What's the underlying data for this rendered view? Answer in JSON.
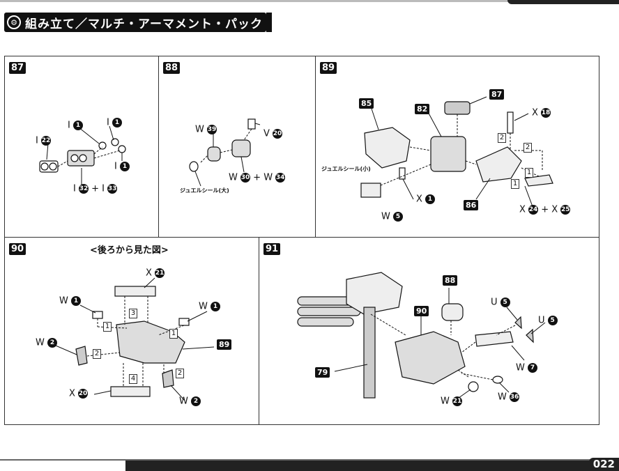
{
  "header": {
    "title": "組み立て／マルチ・アーマメント・パック"
  },
  "steps": [
    {
      "num": "87"
    },
    {
      "num": "88"
    },
    {
      "num": "89"
    },
    {
      "num": "90"
    },
    {
      "num": "91"
    }
  ],
  "step87": {
    "l1": {
      "letter": "I",
      "n": "1"
    },
    "l2": {
      "letter": "I",
      "n": "1"
    },
    "l3": {
      "letter": "I",
      "n": "22"
    },
    "l4": {
      "letter": "I",
      "n": "1"
    },
    "l5": {
      "a": "I",
      "an": "32",
      "plus": "+",
      "b": "I",
      "bn": "33"
    }
  },
  "step88": {
    "l1": {
      "letter": "W",
      "n": "39"
    },
    "l2": {
      "letter": "V",
      "n": "20"
    },
    "l3": {
      "a": "W",
      "an": "30",
      "plus": "+",
      "b": "W",
      "bn": "34"
    },
    "jewel": "ジュエルシール(大)"
  },
  "step89": {
    "p85": "85",
    "p82": "82",
    "p87": "87",
    "p86": "86",
    "x18": {
      "letter": "X",
      "n": "18"
    },
    "jewel": "ジュエルシール(小)",
    "x1": {
      "letter": "X",
      "n": "1"
    },
    "w5": {
      "letter": "W",
      "n": "5"
    },
    "xx": {
      "a": "X",
      "an": "24",
      "plus": "+",
      "b": "X",
      "bn": "25"
    },
    "box1": "1",
    "box2": "2",
    "box1b": "1",
    "box2b": "2"
  },
  "step90": {
    "caption": "<後ろから見た図>",
    "x21": {
      "letter": "X",
      "n": "21"
    },
    "w1a": {
      "letter": "W",
      "n": "1"
    },
    "w1b": {
      "letter": "W",
      "n": "1"
    },
    "w2a": {
      "letter": "W",
      "n": "2"
    },
    "w2b": {
      "letter": "W",
      "n": "2"
    },
    "x20": {
      "letter": "X",
      "n": "20"
    },
    "p89": "89",
    "boxes": [
      "1",
      "2",
      "3",
      "1",
      "2",
      "4"
    ]
  },
  "step91": {
    "p88": "88",
    "p90": "90",
    "p79": "79",
    "u5a": {
      "letter": "U",
      "n": "5"
    },
    "u5b": {
      "letter": "U",
      "n": "5"
    },
    "w7": {
      "letter": "W",
      "n": "7"
    },
    "w21": {
      "letter": "W",
      "n": "21"
    },
    "w36": {
      "letter": "W",
      "n": "36"
    }
  },
  "footer": {
    "page": "022"
  }
}
